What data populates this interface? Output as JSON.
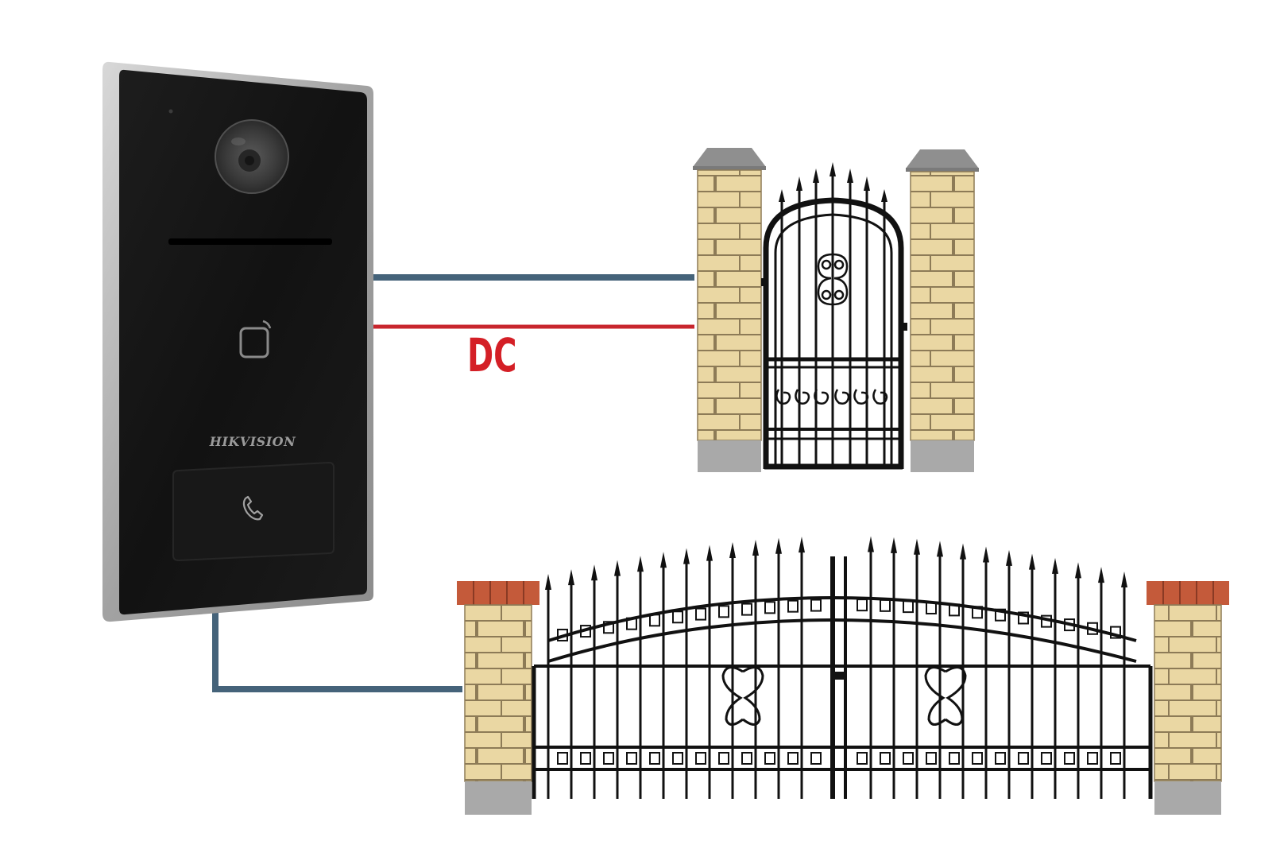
{
  "device": {
    "name": "door-station",
    "brand": "HIKVISION",
    "features": [
      "camera-lens",
      "speaker-slot",
      "card-reader-icon",
      "call-button",
      "phone-icon"
    ]
  },
  "connections": [
    {
      "from": "door-station",
      "to": "pedestrian-gate",
      "color": "#45637a",
      "label": ""
    },
    {
      "from": "door-station",
      "to": "pedestrian-gate",
      "color": "#c8262d",
      "label": "DC"
    },
    {
      "from": "door-station",
      "to": "driveway-gate",
      "color": "#45637a",
      "label": ""
    }
  ],
  "colors": {
    "signal_wire": "#45637a",
    "dc_wire": "#c8262d",
    "dc_text": "#d41f26",
    "brick": "#ead7a3",
    "mortar": "#8d7b57",
    "pillar_base": "#a9a9a9",
    "roof_tile": "#c45a3a",
    "iron": "#111111"
  }
}
